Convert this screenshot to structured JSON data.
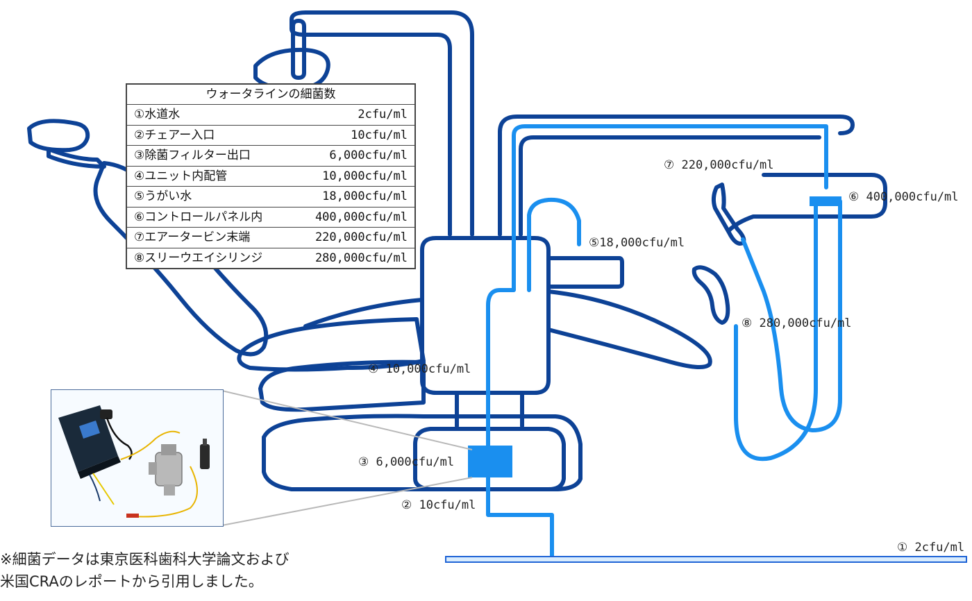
{
  "table": {
    "title": "ウォータラインの細菌数",
    "rows": [
      {
        "name": "①水道水",
        "value": "2cfu/ml"
      },
      {
        "name": "②チェアー入口",
        "value": "10cfu/ml"
      },
      {
        "name": "③除菌フィルター出口",
        "value": "6,000cfu/ml"
      },
      {
        "name": "④ユニット内配管",
        "value": "10,000cfu/ml"
      },
      {
        "name": "⑤うがい水",
        "value": "18,000cfu/ml"
      },
      {
        "name": "⑥コントロールパネル内",
        "value": "400,000cfu/ml"
      },
      {
        "name": "⑦エアータービン末端",
        "value": "220,000cfu/ml"
      },
      {
        "name": "⑧スリーウエイシリンジ",
        "value": "280,000cfu/ml"
      }
    ]
  },
  "labels": {
    "p1": "① 2cfu/ml",
    "p2": "② 10cfu/ml",
    "p3": "③ 6,000cfu/ml",
    "p4": "④ 10,000cfu/ml",
    "p5": "⑤18,000cfu/ml",
    "p6": "⑥ 400,000cfu/ml",
    "p7": "⑦ 220,000cfu/ml",
    "p8": "⑧ 280,000cfu/ml"
  },
  "note": {
    "line1": "※細菌データは東京医科歯科大学論文および",
    "line2": "米国CRAのレポートから引用しました。"
  },
  "colors": {
    "chair_outline": "#0d4296",
    "water_line": "#1a8fef",
    "filter": "#1a8fef"
  }
}
